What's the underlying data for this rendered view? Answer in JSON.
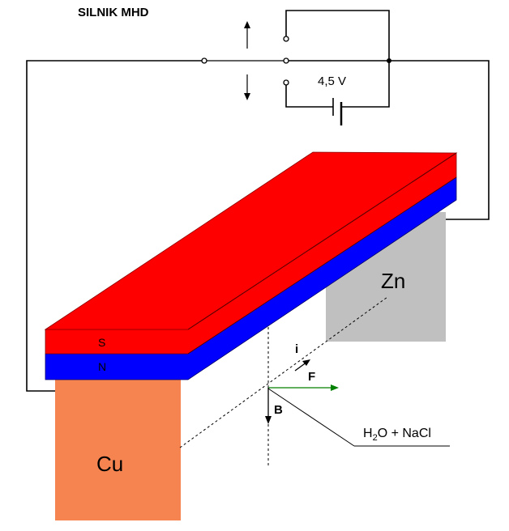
{
  "title": "SILNIK MHD",
  "battery_voltage": "4,5 V",
  "magnet": {
    "top_pole": "S",
    "bottom_pole": "N",
    "top_color": "#ff0000",
    "bottom_color": "#0000ff"
  },
  "electrodes": {
    "left": "Cu",
    "right": "Zn",
    "left_color": "#f58450",
    "right_color": "#c0c0c0"
  },
  "vectors": {
    "current": "i",
    "force": "F",
    "field": "B",
    "force_color": "#008000"
  },
  "electrolyte": {
    "prefix": "H",
    "subscript": "2",
    "suffix": "O + NaCl"
  }
}
